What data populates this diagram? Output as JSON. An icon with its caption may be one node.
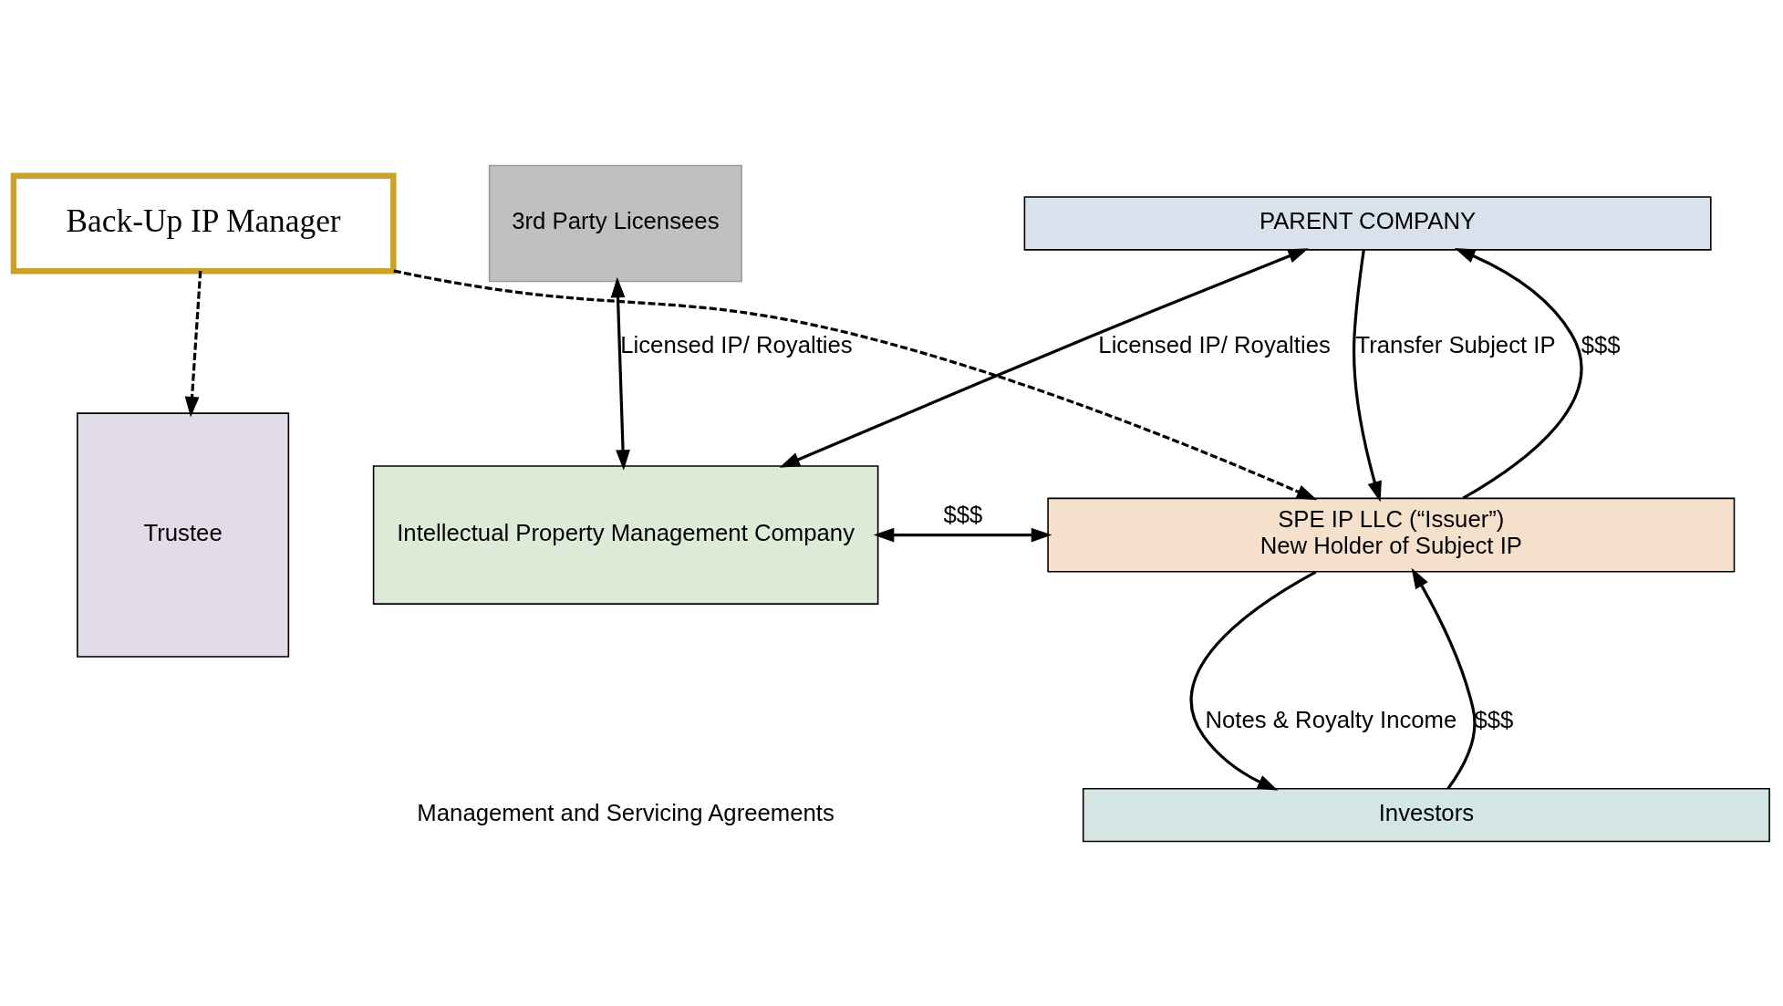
{
  "diagram": {
    "nodes": [
      {
        "text": [
          "Back-Up IP Manager"
        ]
      },
      {
        "text": [
          "PARENT COMPANY"
        ]
      },
      {
        "text": [
          "3rd Party Licensees"
        ]
      },
      {
        "text": [
          "Trustee"
        ]
      },
      {
        "text": [
          "SPE IP LLC (“Issuer”)",
          "New Holder of Subject IP"
        ]
      },
      {
        "text": [
          "Intellectual Property Management Company"
        ]
      },
      {
        "text": [
          "Investors"
        ]
      }
    ],
    "edges": [
      {
        "from": 5,
        "to": 1,
        "arrow": "both",
        "label": "Licensed IP/ Royalties"
      },
      {
        "from": 0,
        "to": 3,
        "arrow": "to",
        "style": "dashed"
      },
      {
        "from": 0,
        "to": 4,
        "arrow": "to",
        "style": "dashed"
      },
      {
        "from": 5,
        "to": 2,
        "arrow": "both",
        "label": "Licensed IP/ Royalties"
      },
      {
        "from": 1,
        "to": 4,
        "arrow": "to",
        "label": "Transfer Subject IP"
      },
      {
        "from": 4,
        "to": 1,
        "arrow": "to",
        "label": "$$$"
      },
      {
        "from": 5,
        "to": 4,
        "arrow": "both",
        "label": "$$$"
      },
      {
        "from": 4,
        "to": 6,
        "arrow": "to",
        "label": "Notes & Royalty Income"
      },
      {
        "from": 6,
        "to": 4,
        "arrow": "to",
        "label": "$$$"
      }
    ],
    "labels": [
      "Management and Servicing Agreements"
    ]
  }
}
